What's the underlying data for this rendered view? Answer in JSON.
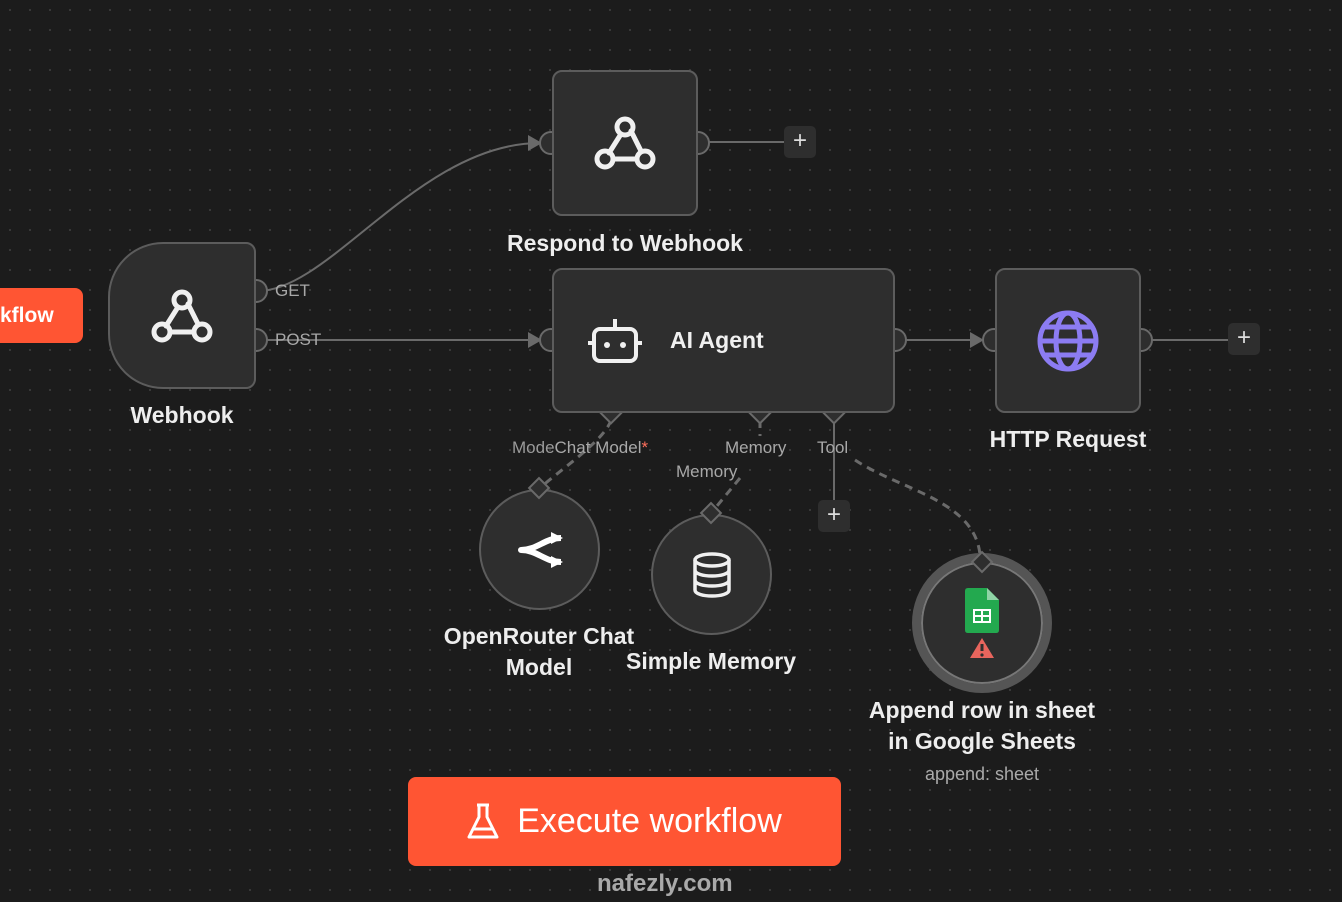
{
  "canvas": {
    "partial_button_label": "kflow",
    "execute_button_label": "Execute workflow",
    "watermark": "nafezly.com"
  },
  "nodes": {
    "webhook": {
      "label": "Webhook",
      "outputs": [
        "GET",
        "POST"
      ]
    },
    "respond": {
      "label": "Respond to Webhook"
    },
    "agent": {
      "label": "AI Agent",
      "ports": {
        "chat_model": "Chat Model",
        "required_mark": "*",
        "memory": "Memory",
        "tool": "Tool"
      }
    },
    "http": {
      "label": "HTTP Request"
    },
    "openrouter": {
      "label_line1": "OpenRouter Chat",
      "label_line2": "Model",
      "port": "Model"
    },
    "memory": {
      "label": "Simple Memory",
      "port": "Memory"
    },
    "sheets": {
      "label_line1": "Append row in sheet",
      "label_line2": "in Google Sheets",
      "subtitle": "append: sheet"
    }
  },
  "colors": {
    "accent": "#ff5533",
    "globe": "#8c7cf2",
    "sheets": "#23a94f",
    "warning": "#e8655d"
  }
}
